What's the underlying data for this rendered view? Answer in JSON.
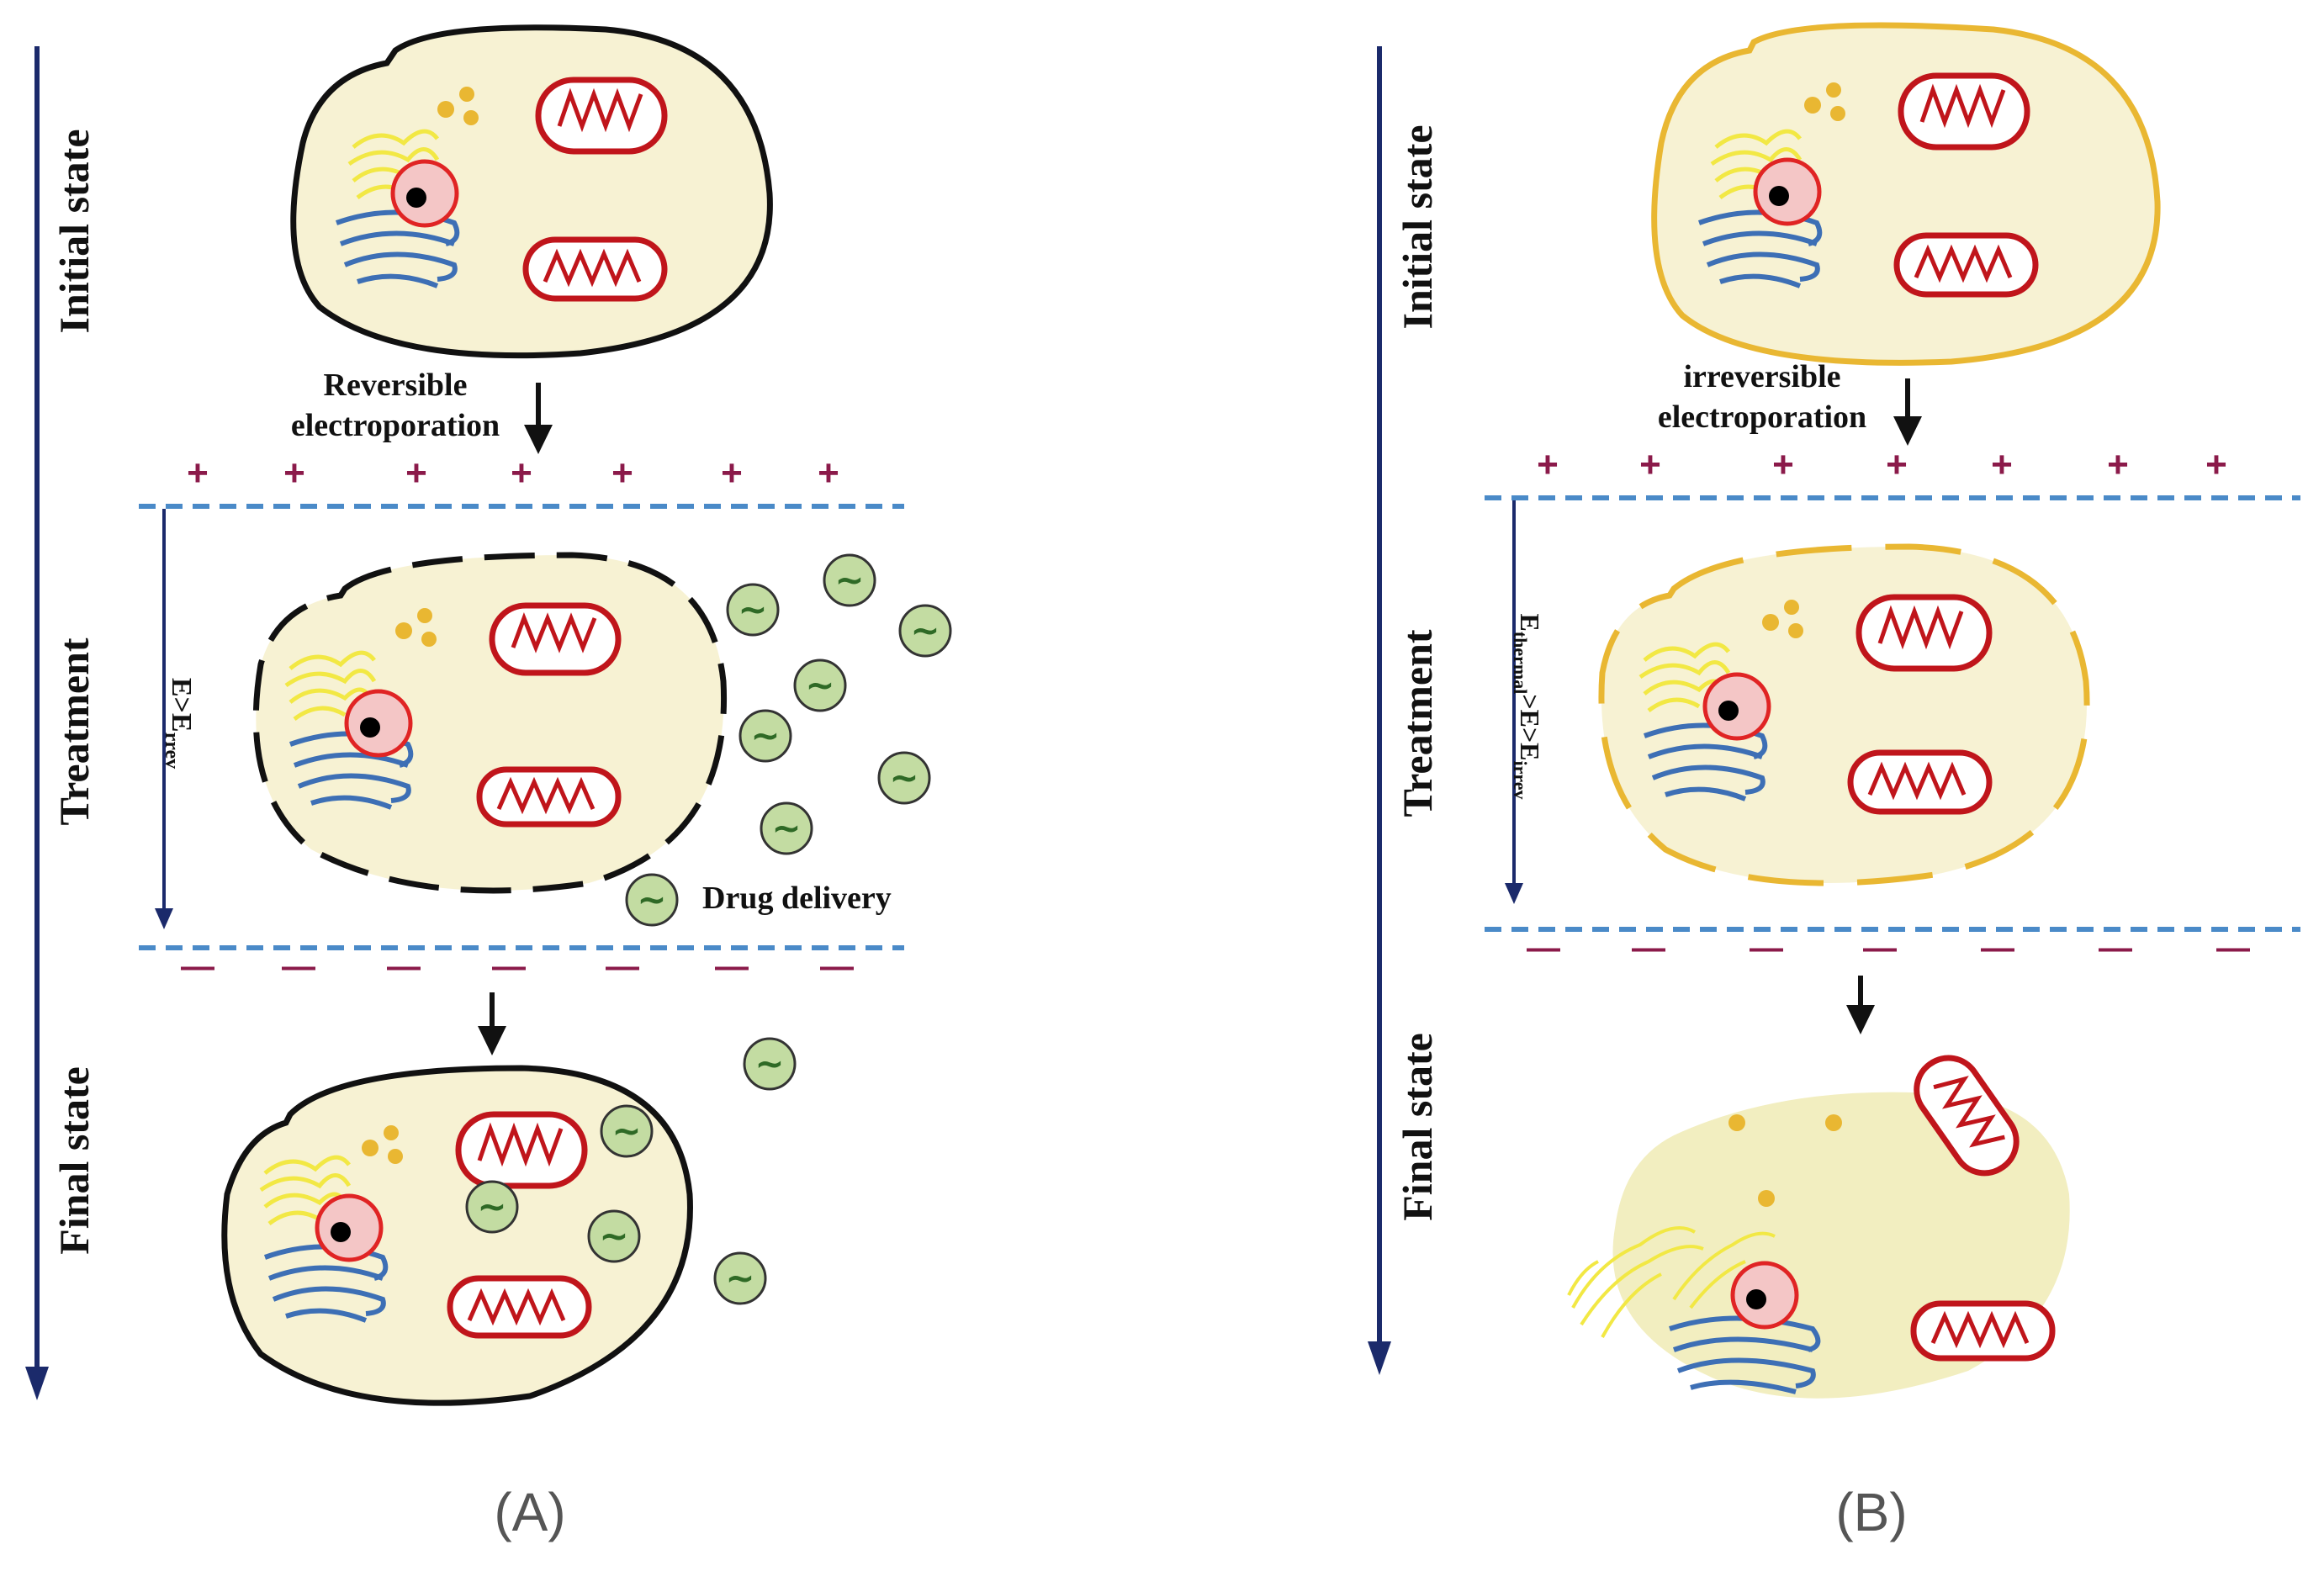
{
  "panel_a": {
    "stage_initial": "Initial state",
    "stage_treatment": "Treatment",
    "stage_final": "Final state",
    "process_line1": "Reversible",
    "process_line2": "electroporation",
    "field_label_main": "E>E",
    "field_label_sub": "rrev",
    "drug_label": "Drug delivery",
    "panel_label": "(A)"
  },
  "panel_b": {
    "stage_initial": "Initial state",
    "stage_treatment": "Treatment",
    "stage_final": "Final state",
    "process_line1": "irreversible",
    "process_line2": "electroporation",
    "field_label_p1": "E",
    "field_label_sub1": "thermal",
    "field_label_p2": ">E>E",
    "field_label_sub2": "irrev",
    "panel_label": "(B)"
  },
  "charges": {
    "positive": "+",
    "negative": "—"
  },
  "drug_symbol": "~",
  "colors": {
    "timeline": "#1b2a6b",
    "field_line": "#4a8ac8",
    "charge": "#8b1a4a",
    "cytoplasm": "#f7f2d3",
    "membrane_a": "#111111",
    "membrane_b": "#e9b732",
    "mitochondria": "#c0151b",
    "nucleus_fill": "#f4c6c6",
    "nucleus_edge": "#e02424",
    "golgi": "#3d6fb5",
    "er": "#f2e844",
    "vesicle": "#e9b732",
    "drug_fill": "#c3dca2",
    "drug_symbol": "#2f6a26"
  }
}
